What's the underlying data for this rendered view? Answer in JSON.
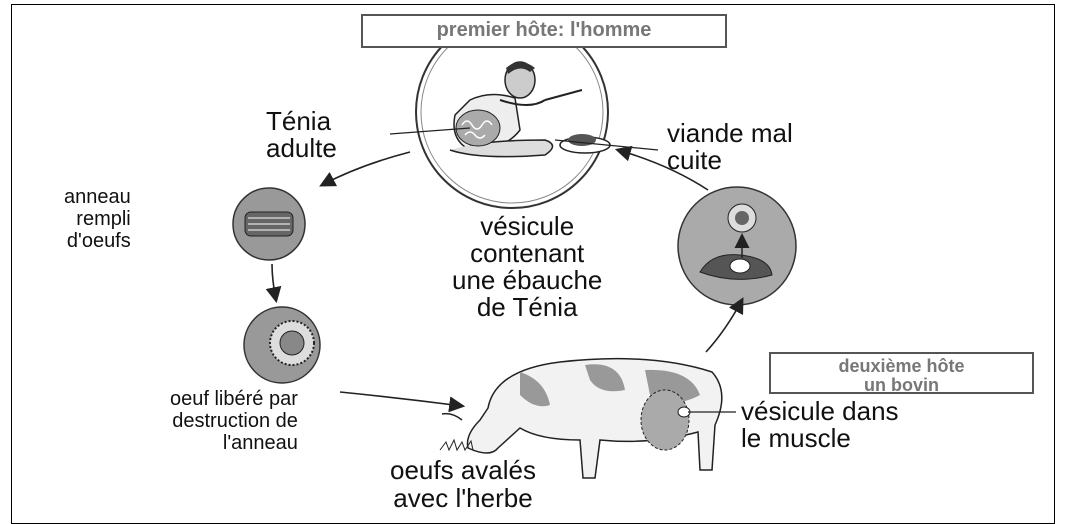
{
  "host1": "premier hôte: l'homme",
  "host2": {
    "line1": "deuxième hôte",
    "line2": "un bovin"
  },
  "labels": {
    "tenia": [
      "Ténia",
      "adulte"
    ],
    "viande": [
      "viande mal",
      "cuite"
    ],
    "anneau": [
      "anneau",
      "rempli",
      "d'oeufs"
    ],
    "vesicule_center": [
      "vésicule",
      "contenant",
      "une ébauche",
      "de Ténia"
    ],
    "oeuf": [
      "oeuf libéré par",
      "destruction de",
      "l'anneau"
    ],
    "vesicule_muscle": [
      "vésicule dans",
      "le muscle"
    ],
    "oeufs_avales": [
      "oeufs avalés",
      "avec l'herbe"
    ]
  }
}
